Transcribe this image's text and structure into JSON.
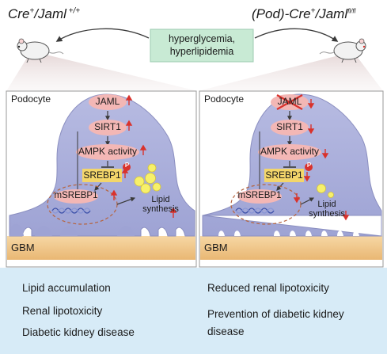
{
  "header": {
    "left_label": {
      "base": "Cre",
      "sup1": "+",
      "mid": "/",
      "gene": "Jaml",
      "sup2": " +/+"
    },
    "right_label": {
      "paren": "(Pod)-",
      "base": "Cre",
      "sup1": "+",
      "mid": "/",
      "gene": "Jaml",
      "sup2": "fl/fl"
    },
    "condition_line1": "hyperglycemia,",
    "condition_line2": "hyperlipidemia"
  },
  "panels": {
    "left": {
      "cell_label": "Podocyte",
      "nodes": [
        "JAML",
        "SIRT1",
        "AMPK activity",
        "SREBP1",
        "mSREBP1"
      ],
      "phospho": "P",
      "lipid_line1": "Lipid",
      "lipid_line2": "synthesis",
      "membrane_label": "GBM"
    },
    "right": {
      "cell_label": "Podocyte",
      "nodes": [
        "JAML",
        "SIRT1",
        "AMPK activity",
        "SREBP1",
        "mSREBP1"
      ],
      "phospho": "P",
      "lipid_line1": "Lipid",
      "lipid_line2": "synthesis",
      "membrane_label": "GBM"
    }
  },
  "outcomes": {
    "left": [
      "Lipid accumulation",
      "Renal lipotoxicity",
      "Diabetic kidney disease"
    ],
    "right": [
      "Reduced renal lipotoxicity",
      "Prevention of diabetic kidney",
      "disease"
    ]
  },
  "colors": {
    "cell_fill": "#a9aed9",
    "node_fill": "#f3b7b5",
    "srebp_fill": "#f3d66a",
    "membrane_fill": "#f2c98c",
    "arrow_up": "#d9322c",
    "arrow_down": "#d9322c",
    "box_fill": "#c8ead4",
    "outcome_bg": "#d7ebf7"
  },
  "icons": [
    "mouse-icon",
    "knockout-cross-icon",
    "up-arrow-icon",
    "down-arrow-icon",
    "lipid-droplet-icon",
    "dna-icon"
  ]
}
